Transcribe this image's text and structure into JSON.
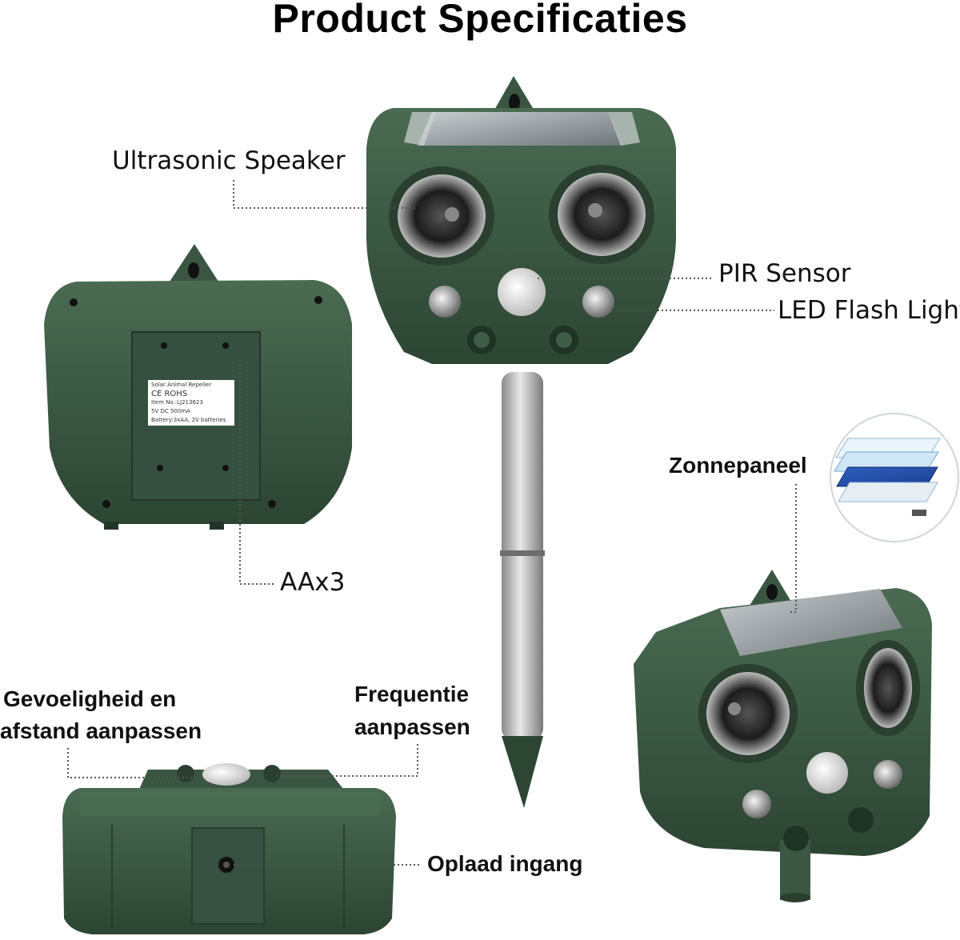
{
  "title": "Product Specificaties",
  "callouts": {
    "ultrasonic_speaker": "Ultrasonic Speaker",
    "pir_sensor": "PIR Sensor",
    "led_flash_light": "LED Flash Light",
    "aax3": "AAx3",
    "zonnepaneel": "Zonnepaneel",
    "gevoeligheid_line1": "Gevoeligheid en",
    "gevoeligheid_line2": "afstand aanpassen",
    "frequentie_line1": "Frequentie",
    "frequentie_line2": "aanpassen",
    "oplaad_ingang": "Oplaad ingang"
  },
  "back_label": {
    "line1": "Solar Animal Repeller",
    "line2": "CE  ROHS",
    "line3": "Item No.:LJ213623",
    "line4": "5V DC 500mA",
    "line5": "Battery:3xAA, 2V batteries"
  },
  "colors": {
    "housing": "#3c5a44",
    "housing_dark": "#24382b",
    "stake": "#b5b5b5",
    "solar": "#9aa3a6",
    "callout_line": "#555555"
  }
}
